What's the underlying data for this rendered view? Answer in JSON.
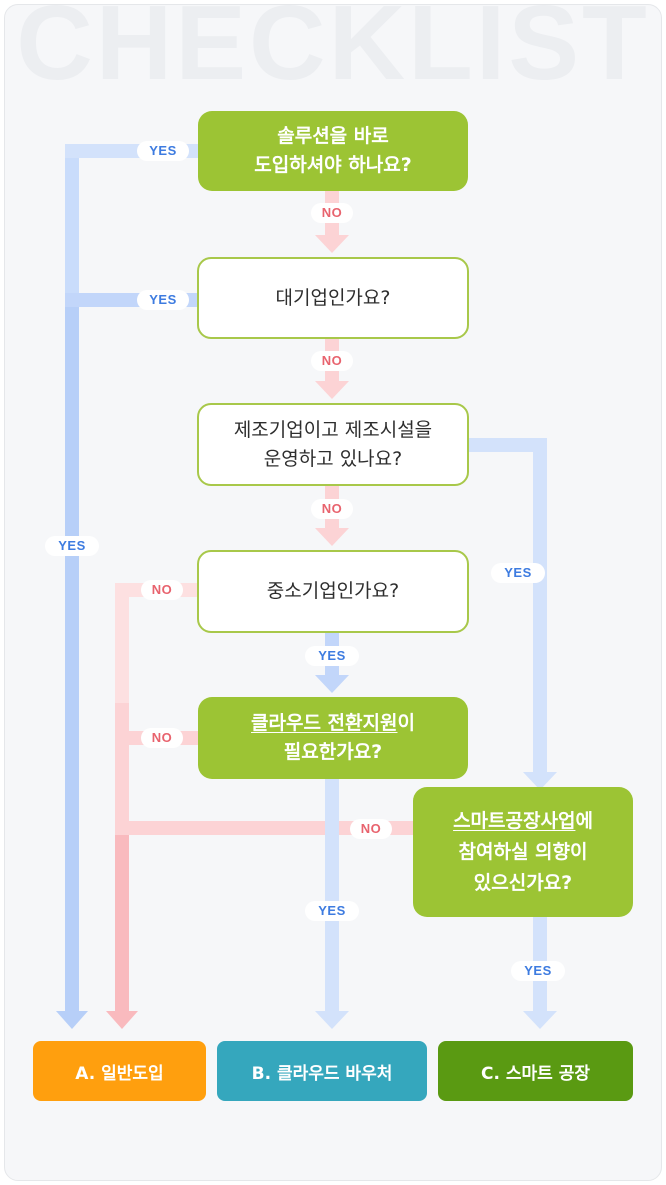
{
  "watermark": "CHECKLIST",
  "questions": {
    "q1": {
      "line1": "솔루션을 바로",
      "line2": "도입하셔야 하나요?"
    },
    "q2": {
      "line1": "대기업인가요?"
    },
    "q3": {
      "line1": "제조기업이고 제조시설을",
      "line2": "운영하고 있나요?"
    },
    "q4": {
      "line1": "중소기업인가요?"
    },
    "q5": {
      "line1_underlined": "클라우드 전환지원",
      "line1_suffix": "이",
      "line2": "필요한가요?"
    },
    "q6": {
      "line1_underlined": "스마트공장사업",
      "line1_suffix": "에",
      "line2": "참여하실 의향이",
      "line3": "있으신가요?"
    }
  },
  "labels": {
    "yes": "YES",
    "no": "NO"
  },
  "results": {
    "a": "A. 일반도입",
    "b": "B. 클라우드 바우처",
    "c": "C. 스마트 공장"
  },
  "colors": {
    "green_box": "#9cc434",
    "outline": "#a8c84a",
    "yes_arrow": "#c9dcfb",
    "yes_arrow_strong": "#b7cff8",
    "no_arrow": "#fcd3d5",
    "no_arrow_strong": "#f9babe",
    "result_a": "#ff9f0e",
    "result_b": "#35a7bd",
    "result_c": "#5a9a12"
  }
}
